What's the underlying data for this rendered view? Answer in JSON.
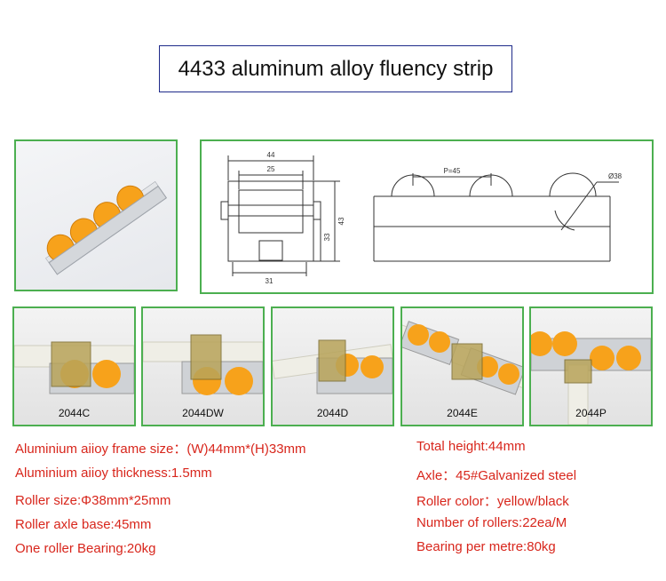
{
  "title": "4433 aluminum alloy fluency strip",
  "drawing": {
    "dim_44": "44",
    "dim_25": "25",
    "dim_31": "31",
    "dim_33": "33",
    "dim_43": "43",
    "dim_pitch": "P=45",
    "dim_diameter": "Ø38"
  },
  "thumbnails": [
    {
      "label": "2044C"
    },
    {
      "label": "2044DW"
    },
    {
      "label": "2044D"
    },
    {
      "label": "2044E"
    },
    {
      "label": "2044P"
    }
  ],
  "specs_left": [
    "Aluminium aiioy frame size：(W)44mm*(H)33mm",
    "Aluminium aiioy thickness:1.5mm",
    "Roller size:Φ38mm*25mm",
    "Roller axle base:45mm",
    "One roller Bearing:20kg"
  ],
  "specs_right": [
    "Total height:44mm",
    "Axle：45#Galvanized steel",
    "Roller color：yellow/black",
    "Number of rollers:22ea/M",
    "Bearing per metre:80kg"
  ],
  "colors": {
    "frame_border": "#4caf50",
    "title_border": "#1e2a8a",
    "spec_text": "#d8261c",
    "roller": "#f7a21b",
    "pipe": "#efeee6"
  }
}
